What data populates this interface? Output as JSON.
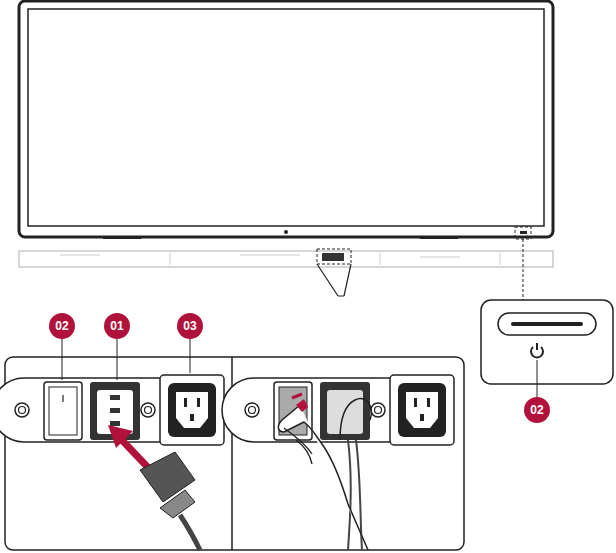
{
  "diagram": {
    "labels": [
      "02",
      "01",
      "03",
      "02"
    ]
  }
}
